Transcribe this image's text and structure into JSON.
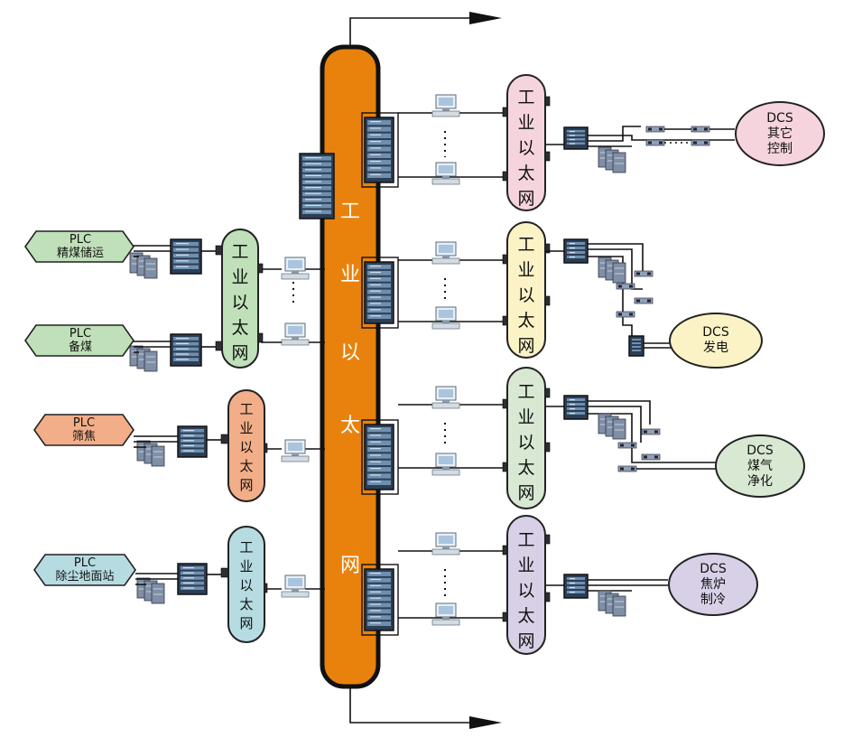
{
  "backbone": {
    "chars": [
      "工",
      "业",
      "以",
      "太",
      "网"
    ],
    "color": "#E8820C"
  },
  "left_nodes": [
    {
      "top": "PLC",
      "bottom": "精煤储运",
      "color": "#BFE0B8"
    },
    {
      "top": "PLC",
      "bottom": "备煤",
      "color": "#BFE0B8"
    },
    {
      "top": "PLC",
      "bottom": "筛焦",
      "color": "#F2AE88"
    },
    {
      "top": "PLC",
      "bottom": "除尘地面站",
      "color": "#B6DCE2"
    }
  ],
  "left_capsules": [
    {
      "text": "工\n业\n以\n太\n网",
      "color": "#BFE0B8"
    },
    {
      "text": "工\n业\n以\n太\n网",
      "color": "#F2AE88"
    },
    {
      "text": "工\n业\n以\n太\n网",
      "color": "#B6DCE2"
    }
  ],
  "right_capsules": [
    {
      "text": "工\n业\n以\n太\n网",
      "color": "#F6D4DE"
    },
    {
      "text": "工\n业\n以\n太\n网",
      "color": "#FBF3C6"
    },
    {
      "text": "工\n业\n以\n太\n网",
      "color": "#D8E8D2"
    },
    {
      "text": "工\n业\n以\n太\n网",
      "color": "#D8D0E6"
    }
  ],
  "dcs_nodes": [
    {
      "line1": "DCS",
      "line2": "其它",
      "line3": "控制",
      "color": "#F6D4DE"
    },
    {
      "line1": "DCS",
      "line2": "发电",
      "line3": "",
      "color": "#FBF3C6"
    },
    {
      "line1": "DCS",
      "line2": "煤气",
      "line3": "净化",
      "color": "#D8E8D2"
    },
    {
      "line1": "DCS",
      "line2": "焦炉",
      "line3": "制冷",
      "color": "#D8D0E6"
    }
  ]
}
